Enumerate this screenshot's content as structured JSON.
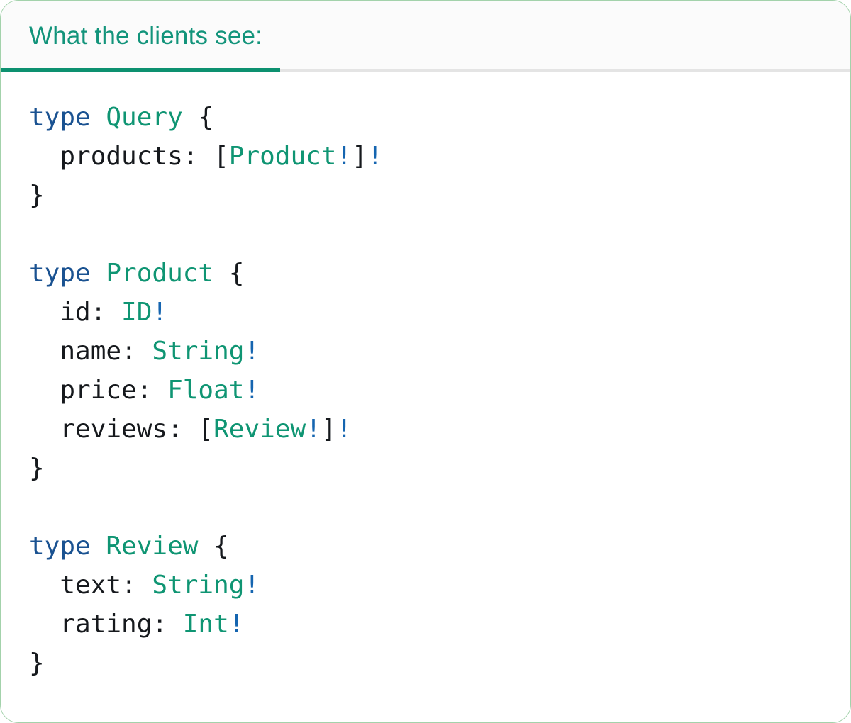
{
  "tab": {
    "label": "What the clients see:"
  },
  "colors": {
    "card-bg": "#ffffff",
    "card-border": "#a3d2ab",
    "header-bg": "#fbfbfb",
    "tab-text": "#13947b",
    "tab-underline": "#0d9170",
    "divider": "#e4e4e4",
    "code-plain": "#16191d",
    "code-keyword": "#1a5291",
    "code-typename": "#0f9573",
    "code-bang": "#1565b0"
  },
  "code": {
    "lines": [
      [
        {
          "text": "type ",
          "cls": "kw"
        },
        {
          "text": "Query",
          "cls": "typ"
        },
        {
          "text": " {",
          "cls": "pln"
        }
      ],
      [
        {
          "text": "  products: [",
          "cls": "pln"
        },
        {
          "text": "Product",
          "cls": "typ"
        },
        {
          "text": "!",
          "cls": "bang"
        },
        {
          "text": "]",
          "cls": "pln"
        },
        {
          "text": "!",
          "cls": "bang"
        }
      ],
      [
        {
          "text": "}",
          "cls": "pln"
        }
      ],
      [],
      [
        {
          "text": "type ",
          "cls": "kw"
        },
        {
          "text": "Product",
          "cls": "typ"
        },
        {
          "text": " {",
          "cls": "pln"
        }
      ],
      [
        {
          "text": "  id: ",
          "cls": "pln"
        },
        {
          "text": "ID",
          "cls": "typ"
        },
        {
          "text": "!",
          "cls": "bang"
        }
      ],
      [
        {
          "text": "  name: ",
          "cls": "pln"
        },
        {
          "text": "String",
          "cls": "typ"
        },
        {
          "text": "!",
          "cls": "bang"
        }
      ],
      [
        {
          "text": "  price: ",
          "cls": "pln"
        },
        {
          "text": "Float",
          "cls": "typ"
        },
        {
          "text": "!",
          "cls": "bang"
        }
      ],
      [
        {
          "text": "  reviews: [",
          "cls": "pln"
        },
        {
          "text": "Review",
          "cls": "typ"
        },
        {
          "text": "!",
          "cls": "bang"
        },
        {
          "text": "]",
          "cls": "pln"
        },
        {
          "text": "!",
          "cls": "bang"
        }
      ],
      [
        {
          "text": "}",
          "cls": "pln"
        }
      ],
      [],
      [
        {
          "text": "type ",
          "cls": "kw"
        },
        {
          "text": "Review",
          "cls": "typ"
        },
        {
          "text": " {",
          "cls": "pln"
        }
      ],
      [
        {
          "text": "  text: ",
          "cls": "pln"
        },
        {
          "text": "String",
          "cls": "typ"
        },
        {
          "text": "!",
          "cls": "bang"
        }
      ],
      [
        {
          "text": "  rating: ",
          "cls": "pln"
        },
        {
          "text": "Int",
          "cls": "typ"
        },
        {
          "text": "!",
          "cls": "bang"
        }
      ],
      [
        {
          "text": "}",
          "cls": "pln"
        }
      ]
    ]
  }
}
